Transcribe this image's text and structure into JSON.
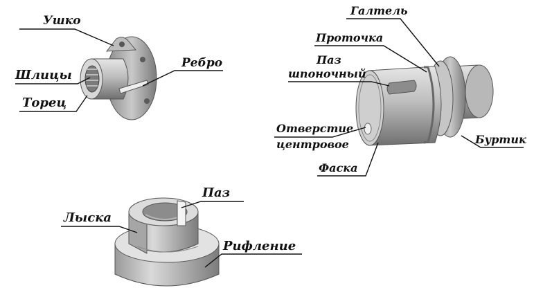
{
  "figure_1": {
    "labels": {
      "eye": "Ушко",
      "splines": "Шлицы",
      "face": "Торец",
      "rib": "Ребро"
    }
  },
  "figure_2": {
    "labels": {
      "fillet": "Галтель",
      "groove": "Проточка",
      "keyway_line1": "Паз",
      "keyway_line2": "шпоночный",
      "center_hole_line1": "Отверстие",
      "center_hole_line2": "центровое",
      "chamfer": "Фаска",
      "collar": "Буртик"
    }
  },
  "figure_3": {
    "labels": {
      "slot": "Паз",
      "flat": "Лыска",
      "knurling": "Рифление"
    }
  },
  "colors": {
    "metal_light": "#d4d4d4",
    "metal_mid": "#a9a9a9",
    "metal_dark": "#6e6e6e",
    "ink": "#111111"
  }
}
